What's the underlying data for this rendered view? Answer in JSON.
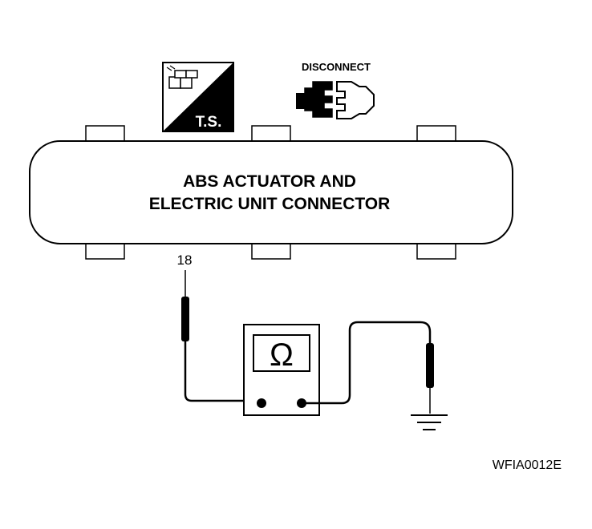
{
  "tool_icon": {
    "text": "T.S.",
    "icon": "test-station-icon"
  },
  "disconnect": {
    "label": "DISCONNECT",
    "icon": "connector-disconnect-icon"
  },
  "connector": {
    "line1": "ABS ACTUATOR AND",
    "line2": "ELECTRIC UNIT CONNECTOR",
    "terminal": "18"
  },
  "meter": {
    "symbol": "Ω",
    "icon": "ohmmeter-icon"
  },
  "ground": {
    "icon": "ground-icon"
  },
  "figure_code": "WFIA0012E"
}
